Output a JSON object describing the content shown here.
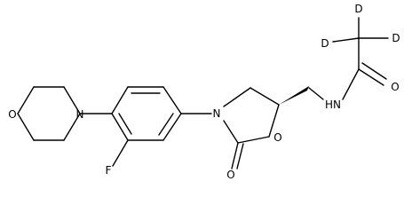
{
  "atoms": {
    "morpholine_oxygen": "O",
    "morpholine_nitrogen": "N",
    "fluorine": "F",
    "oxazolidinone_nitrogen": "N",
    "ring_oxygen": "O",
    "carbonyl_oxygen": "O",
    "amide_nitrogen": "H​N",
    "amide_oxygen": "O",
    "deuterium_top": "D",
    "deuterium_left": "D",
    "deuterium_right": "D"
  },
  "colors": {
    "bond": "#000000",
    "label": "#000000",
    "background": "#ffffff"
  }
}
